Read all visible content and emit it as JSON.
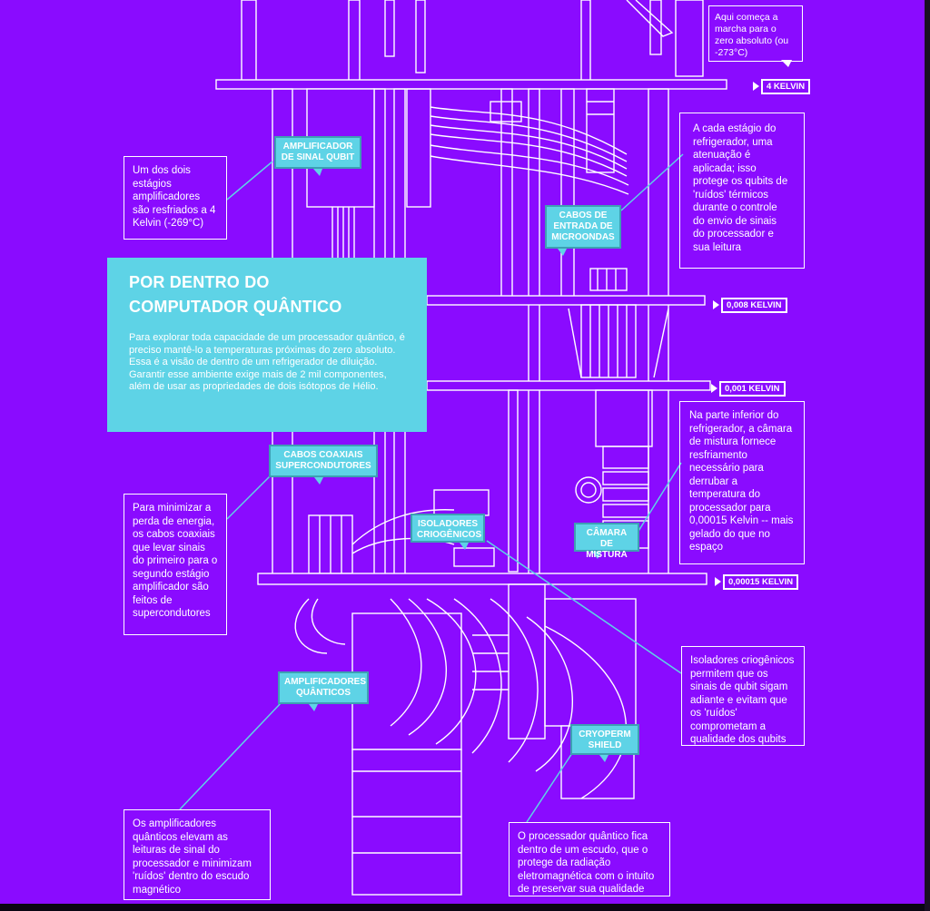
{
  "intro": {
    "title_line1": "POR DENTRO DO",
    "title_line2": "COMPUTADOR QUÂNTICO",
    "body": "Para explorar toda capacidade de um processador quântico, é preciso mantê-lo a temperaturas próximas do zero absoluto. Essa é a visão de dentro de um refrigerador de diluição. Garantir esse ambiente exige mais de 2 mil componentes, além de usar as propriedades de dois isótopos de Hélio."
  },
  "notes": {
    "zero": "Aqui começa a marcha para o zero absoluto (ou -273°C)",
    "amplifier": "Um dos dois estágios amplificadores são resfriados a 4 Kelvin (-269°C)",
    "attenuation": "A cada estágio do refrigerador, uma atenuação é aplicada; isso protege os qubits de 'ruídos' térmicos durante o controle do envio de sinais do processador e sua leitura",
    "coax": "Para minimizar a perda de energia, os cabos coaxiais que levar sinais do primeiro para o segundo estágio amplificador são feitos de supercondutores",
    "mixing": "Na parte inferior do refrigerador, a câmara de mistura fornece resfriamento necessário para derrubar a temperatura do processador  para 0,00015 Kelvin -- mais gelado do que no espaço",
    "isolators": "Isoladores criogênicos permitem que os sinais de qubit sigam adiante e evitam que os 'ruídos' comprometam a qualidade dos qubits",
    "quantum_amps": "Os amplificadores quânticos elevam as leituras de sinal do processador e minimizam 'ruídos' dentro do escudo magnético",
    "shield": "O processador quântico fica dentro de um escudo, que o protege da radiação eletromagnética com o intuito de preservar sua qualidade"
  },
  "tags": {
    "amp_qubit": "AMPLIFICADOR DE SINAL QUBIT",
    "microwave": "CABOS DE ENTRADA DE MICROONDAS",
    "coax": "CABOS COAXIAIS SUPERCONDUTORES",
    "isolators": "ISOLADORES CRIOGÊNICOS",
    "mixing": "CÂMARA DE MISTURA",
    "quantum_amps": "AMPLIFICADORES QUÂNTICOS",
    "cryoperm": "CRYOPERM SHIELD"
  },
  "kelvin": {
    "k4": "4 KELVIN",
    "k008": "0,008 KELVIN",
    "k001": "0,001 KELVIN",
    "k00015": "0,00015 KELVIN"
  },
  "colors": {
    "background": "#8a0bff",
    "accent": "#5ed3e6",
    "line": "#ffffff"
  }
}
